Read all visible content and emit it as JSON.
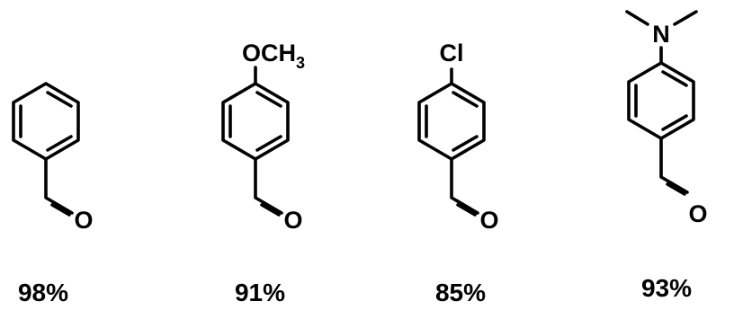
{
  "compounds": [
    {
      "substituent": "",
      "yield": "98%"
    },
    {
      "substituent_main": "OCH",
      "substituent_sub": "3",
      "yield": "91%"
    },
    {
      "substituent": "Cl",
      "yield": "85%"
    },
    {
      "substituent": "N",
      "yield": "93%"
    }
  ],
  "aldehyde_oxygen": "O"
}
